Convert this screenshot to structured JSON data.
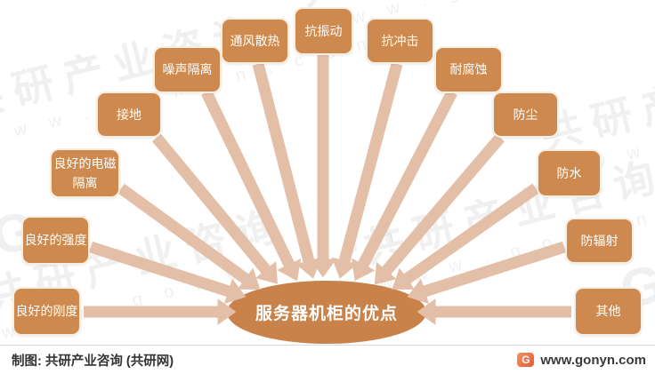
{
  "diagram": {
    "center": {
      "label": "服务器机柜的优点"
    },
    "items": [
      {
        "id": "good-rigidity",
        "label": "良好的刚度"
      },
      {
        "id": "good-strength",
        "label": "良好的强度"
      },
      {
        "id": "emi-shielding",
        "label": "良好的电磁隔离"
      },
      {
        "id": "grounding",
        "label": "接地"
      },
      {
        "id": "noise-isolation",
        "label": "噪声隔离"
      },
      {
        "id": "ventilation",
        "label": "通风散热"
      },
      {
        "id": "anti-vibration",
        "label": "抗振动"
      },
      {
        "id": "anti-shock",
        "label": "抗冲击"
      },
      {
        "id": "corrosion-resistance",
        "label": "耐腐蚀"
      },
      {
        "id": "dustproof",
        "label": "防尘"
      },
      {
        "id": "waterproof",
        "label": "防水"
      },
      {
        "id": "radiation-proof",
        "label": "防辐射"
      },
      {
        "id": "others",
        "label": "其他"
      }
    ],
    "colors": {
      "node_fill": "#CE8A4E",
      "center_fill": "#C8824A",
      "arrow": "#E3BFA8",
      "node_text": "#FFFFFF"
    }
  },
  "watermark": {
    "brand": "共研产业咨询",
    "url_spaced": "w w w . g o n y n . c o m",
    "logo_letter": "G"
  },
  "footer": {
    "credit": "制图: 共研产业咨询 (共研网)",
    "site": "www.gonyn.com",
    "logo_letter": "G"
  }
}
